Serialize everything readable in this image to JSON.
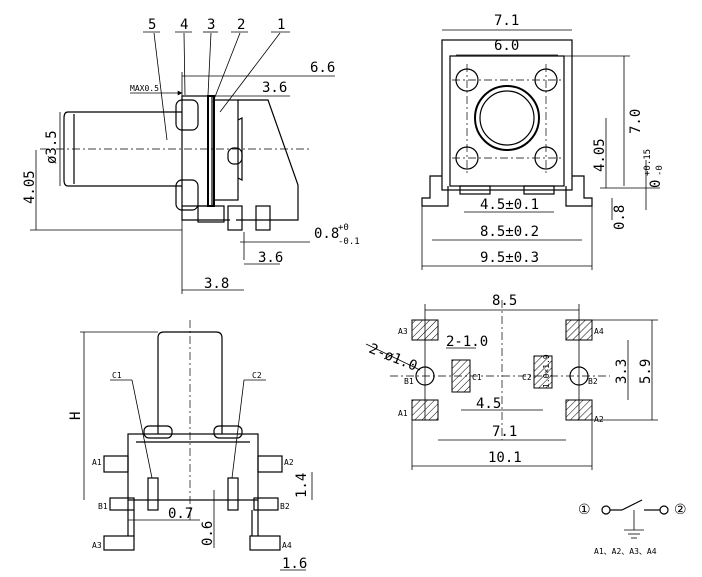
{
  "side_view": {
    "callouts": [
      "5",
      "4",
      "3",
      "2",
      "1"
    ],
    "max_label": "MAX0.5",
    "dim_overall_length": "6.6",
    "dim_length": "3.6",
    "dim_diameter": "ø3.5",
    "dim_height": "4.05",
    "dim_tolerance": "0.8",
    "dim_tol_plus": "+0",
    "dim_tol_minus": "-0.1",
    "dim_lead": "3.6",
    "dim_base": "3.8"
  },
  "top_view": {
    "dim_width_outer": "7.1",
    "dim_width_inner": "6.0",
    "dim_height_outer": "7.0",
    "dim_height_inner": "4.05",
    "dim_tol_height": "0",
    "dim_tol_plus": "+0.15",
    "dim_tol_minus": "-0",
    "dim_pin_spacing": "4.5±0.1",
    "dim_pin_span": "8.5±0.2",
    "dim_total": "9.5±0.3",
    "dim_leg": "0.8"
  },
  "front_view": {
    "label_c1": "C1",
    "label_c2": "C2",
    "label_h": "H",
    "pins": [
      "A1",
      "A2",
      "B1",
      "B2",
      "A3",
      "A4"
    ],
    "dim_pin_height": "1.4",
    "dim_pitch": "0.7",
    "dim_small": "0.6",
    "dim_foot": "1.6"
  },
  "footprint": {
    "dim_span": "8.5",
    "dim_hole": "2-ø1.0",
    "dim_slot": "2-1.0",
    "dim_inner": "4.5",
    "dim_pad_span": "7.1",
    "dim_total": "10.1",
    "dim_v_inner": "3.3",
    "dim_v_outer": "5.9",
    "slot_size": "1.0×1.9",
    "pads": [
      "A3",
      "A4",
      "B1",
      "C1",
      "C2",
      "B2",
      "A1",
      "A2"
    ]
  },
  "schematic": {
    "node_1": "①",
    "node_2": "②",
    "legend": "A1、A2、A3、A4"
  }
}
